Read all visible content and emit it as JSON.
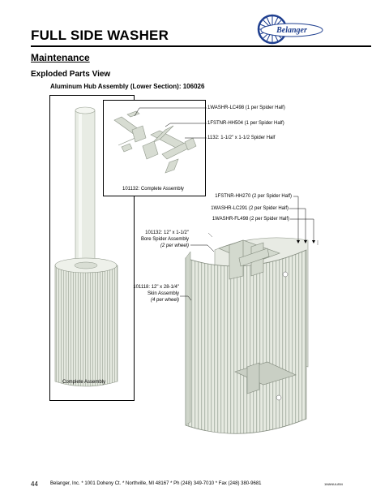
{
  "header": {
    "title": "FULL SIDE WASHER",
    "logo_text": "Belanger"
  },
  "section": {
    "title": "Maintenance",
    "subtitle": "Exploded Parts View",
    "assembly_title": "Aluminum Hub Assembly (Lower Section): 106026"
  },
  "callouts": {
    "c1": "1WASHR-LC498 (1 per Spider Half)",
    "c2": "1FSTNR-HH504 (1 per Spider Half)",
    "c3": "1132: 1-1/2\" x 1-1/2 Spider Half",
    "spider_complete": "101132: Complete Assembly",
    "c4": "1FSTNR-HH270 (2 per Spider Half)",
    "c5": "1WASHR-LC291 (2 per Spider Half)",
    "c6": "1WASHR-FL498 (2 per Spider Half)",
    "bore_1": "101132: 12\" x 1-1/2\"",
    "bore_2": "Bore Spider Assembly",
    "bore_3": "(2 per wheel)",
    "skin_1": "101118: 12\" x 28-1/4\"",
    "skin_2": "Skin Assembly",
    "skin_3": "(4 per wheel)",
    "complete_assembly": "Complete Assembly"
  },
  "footer": {
    "page": "44",
    "address": "Belanger, Inc. * 1001 Doheny Ct. * Northville, MI 48167 * Ph (248) 349-7010 * Fax (248) 380-9681",
    "code": "1MANUL854"
  },
  "colors": {
    "logo_blue": "#1f3f8f",
    "part_gray": "#d7dcd2",
    "part_dark": "#b9c0b5"
  }
}
